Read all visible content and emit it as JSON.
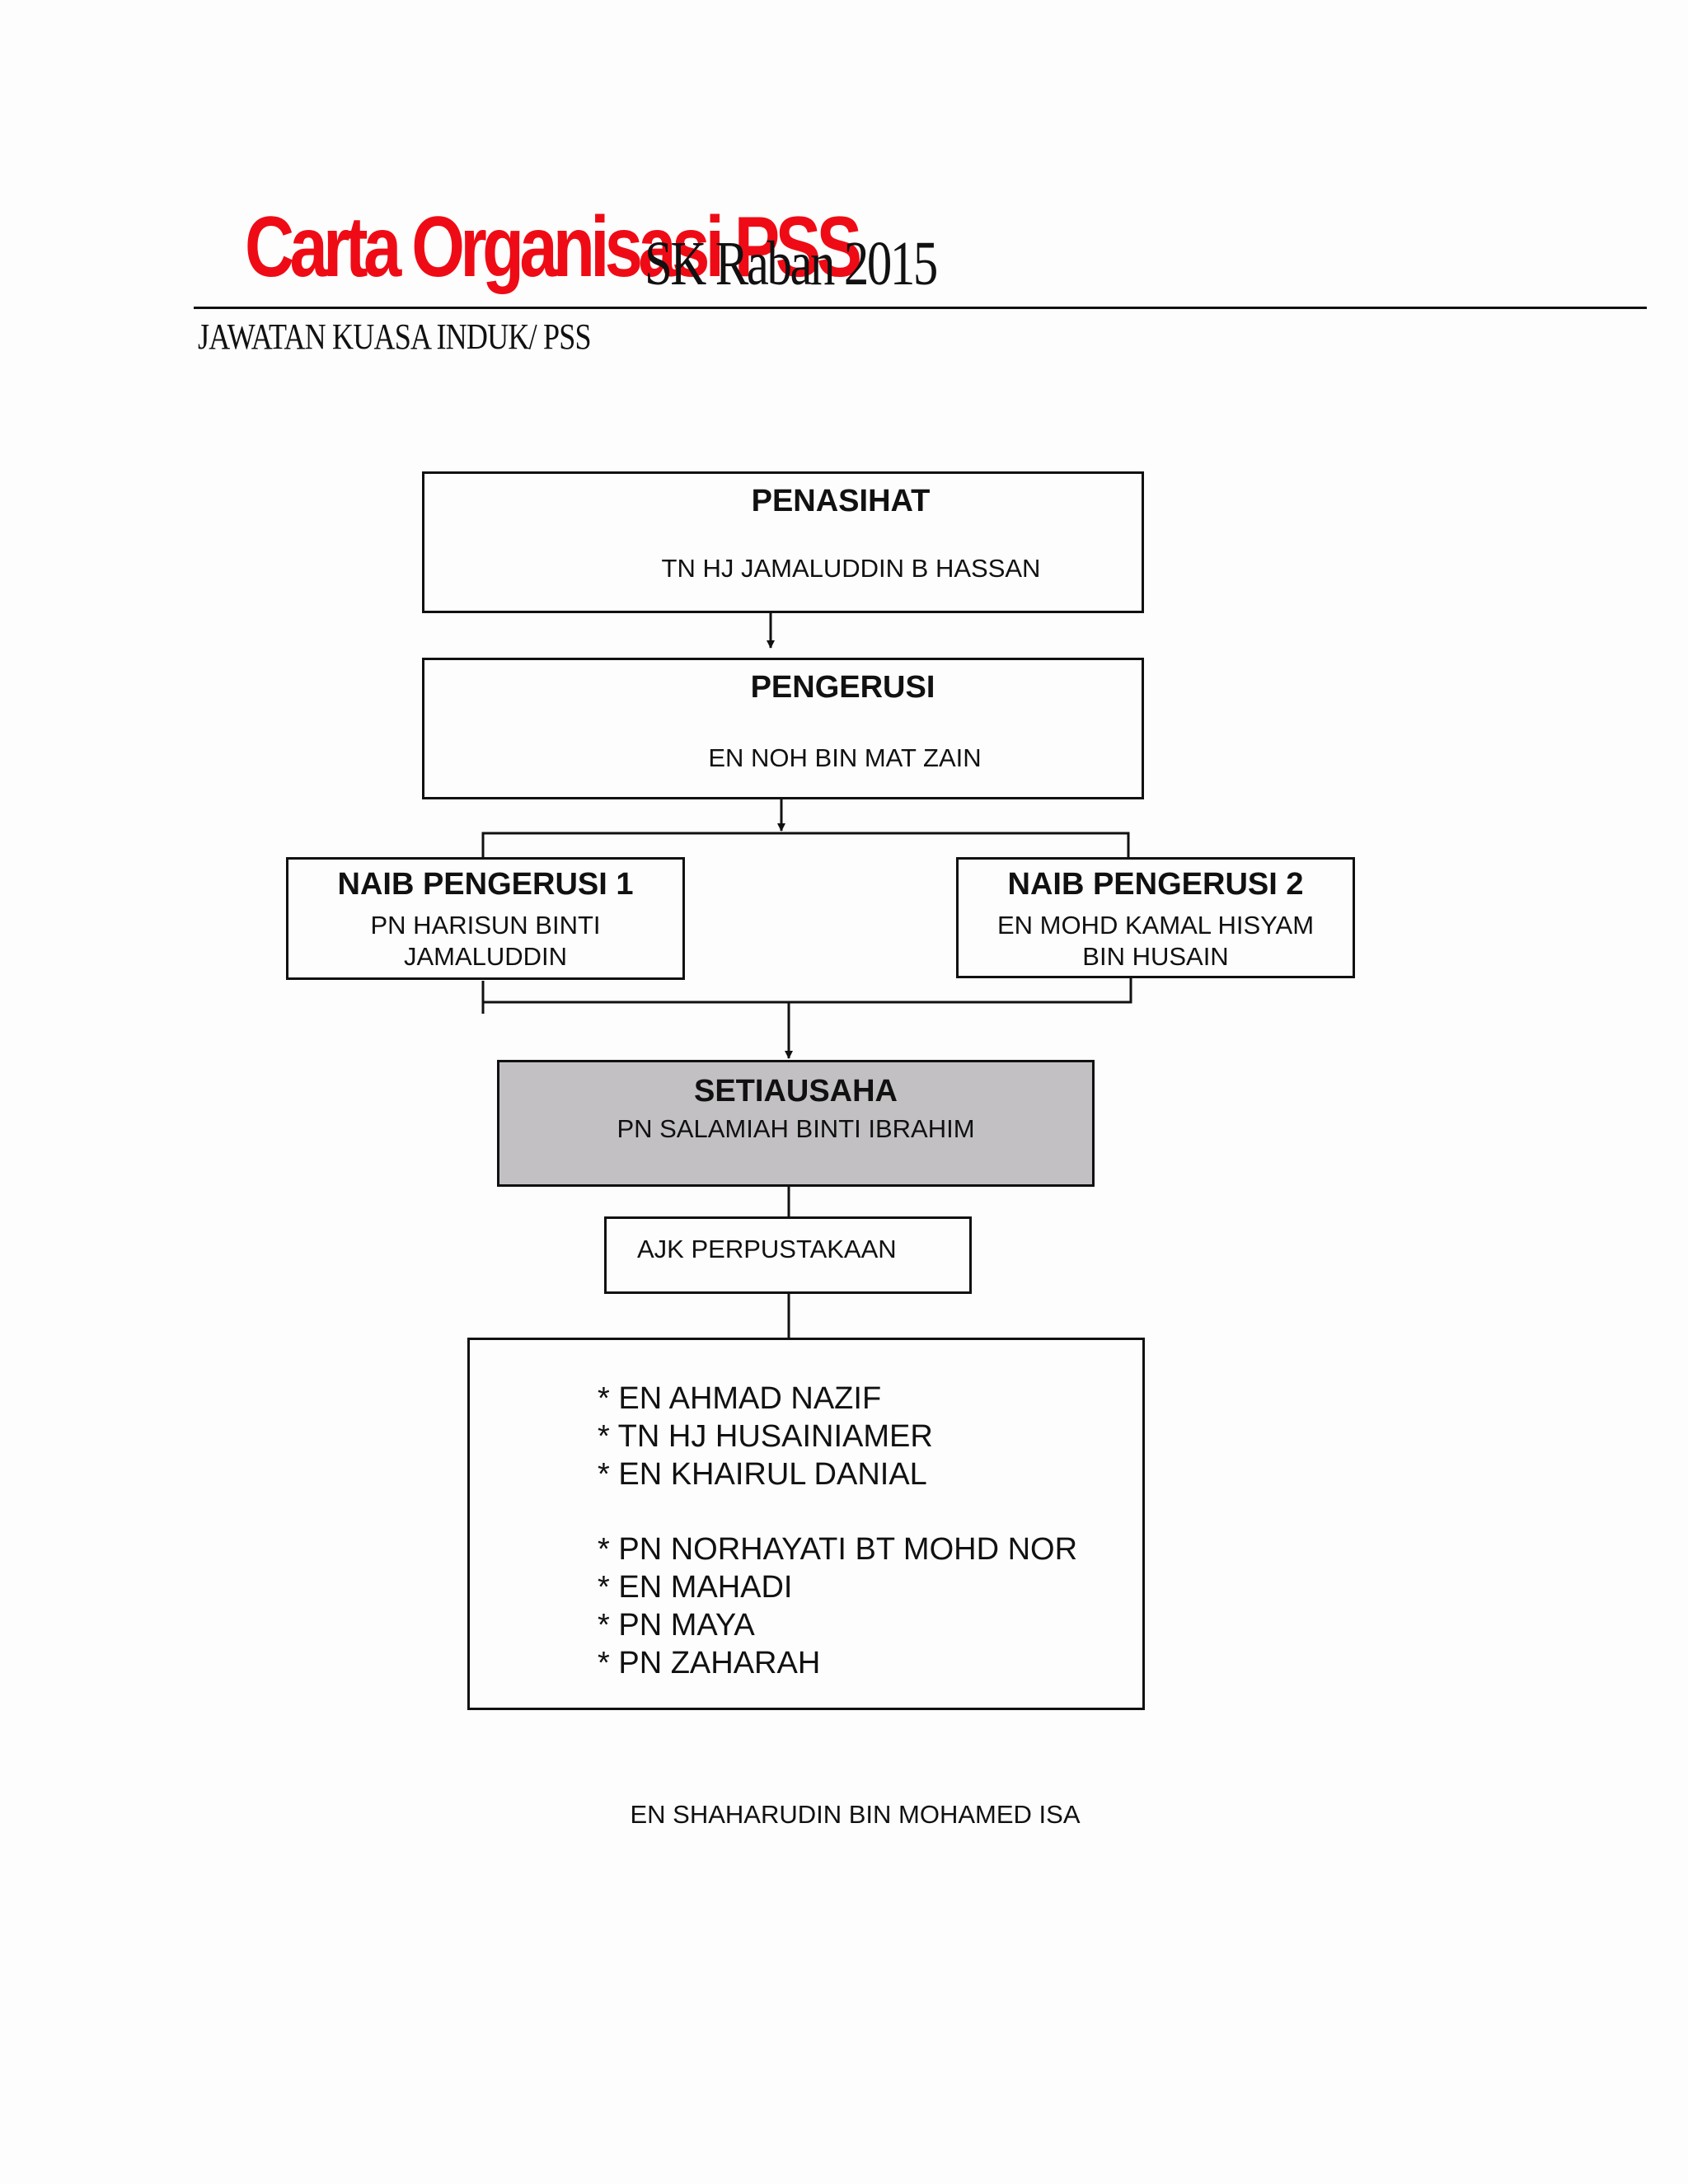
{
  "header": {
    "title_main": "Carta Organisasi PSS",
    "title_sub": "SK Raban 2015",
    "subtitle": "JAWATAN KUASA INDUK/ PSS"
  },
  "colors": {
    "title_red": "#ef0b15",
    "setiausaha_fill": "#c2c0c3",
    "line": "#111111"
  },
  "chart": {
    "penasihat": {
      "role": "PENASIHAT",
      "name": "TN HJ JAMALUDDIN  B HASSAN"
    },
    "pengerusi": {
      "role": "PENGERUSI",
      "name": "EN NOH  BIN  MAT ZAIN"
    },
    "naib_pengerusi_1": {
      "role": "NAIB PENGERUSI 1",
      "name_line1": "PN HARISUN  BINTI",
      "name_line2": "JAMALUDDIN"
    },
    "naib_pengerusi_2": {
      "role": "NAIB PENGERUSI 2",
      "name_line1": "EN MOHD  KAMAL HISYAM",
      "name_line2": "BIN HUSAIN"
    },
    "setiausaha": {
      "role": "SETIAUSAHA",
      "name": "PN SALAMIAH BINTI  IBRAHIM"
    },
    "ajk": {
      "label": "AJK PERPUSTAKAAN"
    },
    "members": [
      "* EN AHMAD NAZIF",
      "* TN HJ HUSAINIAMER",
      "* EN KHAIRUL  DANIAL",
      "* PN NORHAYATI  BT MOHD NOR",
      "* EN MAHADI",
      "* PN MAYA",
      "* PN ZAHARAH"
    ]
  },
  "footer": {
    "name": "EN SHAHARUDIN  BIN MOHAMED  ISA"
  }
}
